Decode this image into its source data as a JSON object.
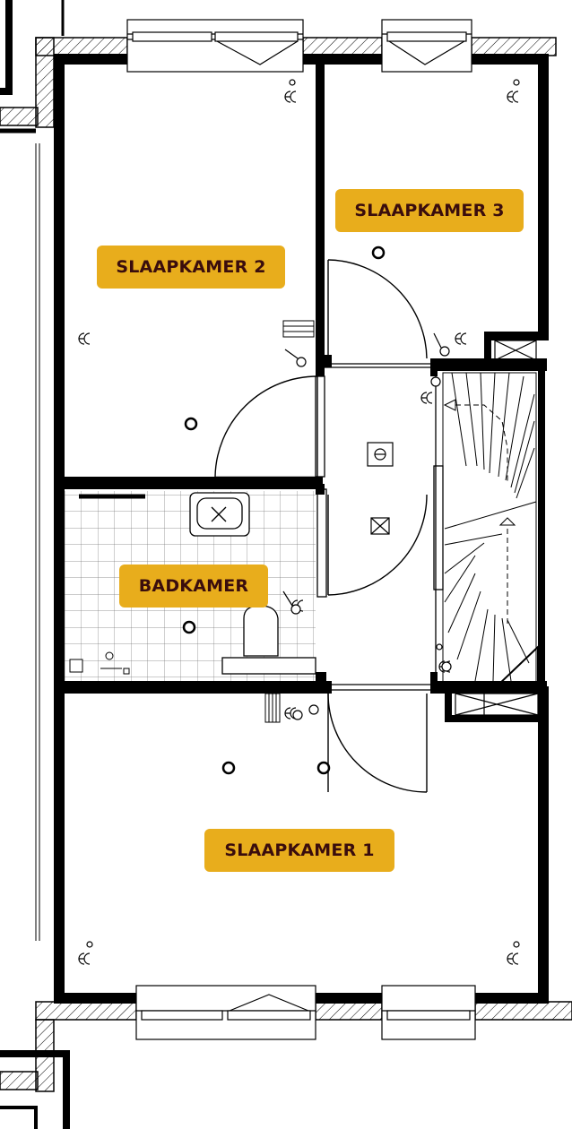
{
  "rooms": {
    "slaapkamer_2": "SLAAPKAMER 2",
    "slaapkamer_3": "SLAAPKAMER 3",
    "badkamer": "BADKAMER",
    "slaapkamer_1": "SLAAPKAMER 1"
  },
  "colors": {
    "label_background": "#e8ad1c",
    "label_text": "#3a0d0d",
    "wall": "#000000",
    "line": "#222222",
    "background": "#ffffff"
  },
  "icons": [
    "ceiling-light-icon",
    "wall-outlet-icon",
    "smoke-detector-icon",
    "extractor-fan-icon",
    "radiator-icon",
    "toilet-icon",
    "sink-icon",
    "stairs-icon",
    "shower-icon"
  ]
}
